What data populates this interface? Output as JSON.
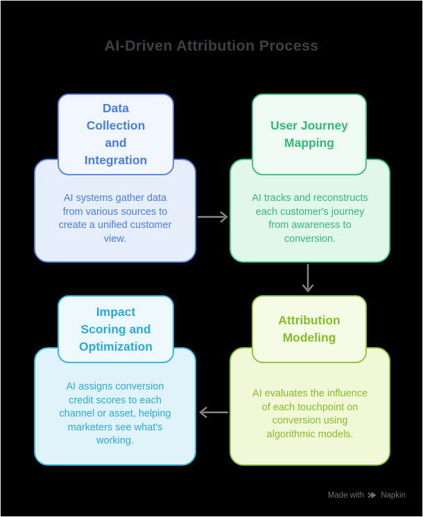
{
  "title": "AI-Driven Attribution Process",
  "nodes": [
    {
      "id": "data-collection-and-integration",
      "title": "Data\nCollection\nand\nIntegration",
      "description": "AI systems gather data\nfrom various sources to\ncreate a unified customer\nview.",
      "accent_color": "#5b86e3",
      "text_color": "#4a7de0"
    },
    {
      "id": "user-journey-mapping",
      "title": "User Journey\nMapping",
      "description": "AI tracks and reconstructs\neach customer's journey\nfrom awareness to\nconversion.",
      "accent_color": "#41c181",
      "text_color": "#35b877"
    },
    {
      "id": "attribution-modeling",
      "title": "Attribution\nModeling",
      "description": "AI evaluates the influence\nof each touchpoint on\nconversion using\nalgorithmic models.",
      "accent_color": "#92c73d",
      "text_color": "#85bd28"
    },
    {
      "id": "impact-scoring-and-optimization",
      "title": "Impact\nScoring and\nOptimization",
      "description": "AI assigns conversion\ncredit scores to each\nchannel or asset, helping\nmarketers see what's\nworking.",
      "accent_color": "#36b6dd",
      "text_color": "#29abd6"
    }
  ],
  "flow": {
    "arrow_color": "#8a8a8a",
    "connections": [
      "data-collection-and-integration -> user-journey-mapping",
      "user-journey-mapping -> attribution-modeling",
      "attribution-modeling -> impact-scoring-and-optimization"
    ]
  },
  "background_color": "#000000",
  "title_color": "#3d4147",
  "watermark": {
    "prefix": "Made with",
    "brand": "Napkin"
  }
}
